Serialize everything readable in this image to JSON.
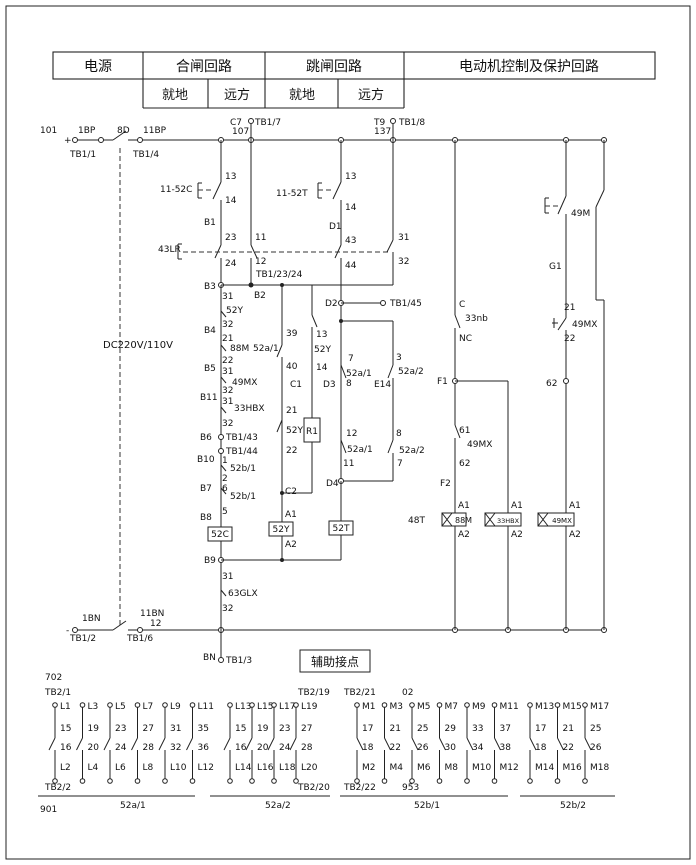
{
  "header": {
    "power": "电源",
    "close_circuit": "合闸回路",
    "trip_circuit": "跳闸回路",
    "motor_circuit": "电动机控制及保护回路",
    "close_local": "就地",
    "close_remote": "远方",
    "trip_local": "就地",
    "trip_remote": "远方"
  },
  "power": {
    "n101": "101",
    "n1bp": "1BP",
    "n8d": "8D",
    "n11bp": "11BP",
    "plus": "+",
    "tb11": "TB1/1",
    "tb14": "TB1/4",
    "n1bn": "1BN",
    "n11bn": "11BN",
    "n12": "12",
    "minus": "-",
    "tb12": "TB1/2",
    "tb16": "TB1/6",
    "voltage": "DC220V/110V",
    "bn": "BN",
    "tb13": "TB1/3"
  },
  "closing": {
    "c7": "C7",
    "n107": "107",
    "tb17": "TB1/7",
    "n13": "13",
    "sw1152c": "11-52C",
    "n14": "14",
    "b1": "B1",
    "n23": "23",
    "n24": "24",
    "n11": "11",
    "n12": "12",
    "n43lr": "43LR",
    "tb12324": "TB1/23/24",
    "b3": "B3",
    "b2": "B2",
    "n31a": "31",
    "n52y": "52Y",
    "b4": "B4",
    "n32a": "32",
    "n21a": "21",
    "n88m": "88M",
    "b5": "B5",
    "n22a": "22",
    "n31b": "31",
    "n49mx": "49MX",
    "b11": "B11",
    "n32b": "32",
    "n31c": "31",
    "n33hbx": "33HBX",
    "n32c": "32",
    "b6": "B6",
    "tb143": "TB1/43",
    "b10": "B10",
    "tb144": "TB1/44",
    "n1": "1",
    "n52b1a": "52b/1",
    "b7": "B7",
    "n2": "2",
    "n6": "6",
    "n52b1b": "52b/1",
    "b8": "B8",
    "n5": "5",
    "coil52c": "52C",
    "b9": "B9",
    "n31d": "31",
    "n63glx": "63GLX",
    "n32d": "32",
    "n39": "39",
    "n52a1": "52a/1",
    "n40": "40",
    "c1": "C1",
    "n21b": "21",
    "n52yb": "52Y",
    "n22b": "22",
    "c2": "C2",
    "a1": "A1",
    "coil52y": "52Y",
    "a2": "A2",
    "r1": "R1",
    "n13b": "13",
    "n52yc": "52Y",
    "n14b": "14",
    "d3": "D3"
  },
  "tripping": {
    "t9": "T9",
    "n137": "137",
    "tb18": "TB1/8",
    "n13": "13",
    "sw1152t": "11-52T",
    "n14": "14",
    "d1": "D1",
    "n43": "43",
    "n44": "44",
    "n31": "31",
    "n32": "32",
    "d2": "D2",
    "tb145": "TB1/45",
    "n7a": "7",
    "n52a1a": "52a/1",
    "n8a": "8",
    "n3": "3",
    "n52a2a": "52a/2",
    "e14": "E14",
    "n12": "12",
    "n52a1b": "52a/1",
    "n11": "11",
    "n8b": "8",
    "n52a2b": "52a/2",
    "n7b": "7",
    "d4": "D4",
    "coil52t": "52T"
  },
  "motor": {
    "c": "C",
    "n33nb": "33nb",
    "nc": "NC",
    "f1": "F1",
    "n61": "61",
    "n49mx": "49MX",
    "n62": "62",
    "f2": "F2",
    "n48t": "48T",
    "a1a": "A1",
    "coil88m": "88M",
    "a2a": "A2",
    "a1b": "A1",
    "coil33hbx": "33HBX",
    "a2b": "A2",
    "n49m": "49M",
    "g1": "G1",
    "n21": "21",
    "n49mxb": "49MX",
    "n22": "22",
    "n62b": "62",
    "a1c": "A1",
    "coil49mx": "49MX",
    "a2c": "A2"
  },
  "aux": {
    "title": "辅助接点",
    "n702": "702",
    "n901": "901",
    "n02": "02",
    "n953": "953",
    "tb21": "TB2/1",
    "tb22": "TB2/2",
    "tb219": "TB2/19",
    "tb220": "TB2/20",
    "tb221": "TB2/21",
    "tb222": "TB2/22",
    "group1": "52a/1",
    "group2": "52a/2",
    "group3": "52b/1",
    "group4": "52b/2",
    "g1top": [
      "L1",
      "L3",
      "L5",
      "L7",
      "L9",
      "L11"
    ],
    "g1a": [
      "15",
      "19",
      "23",
      "27",
      "31",
      "35"
    ],
    "g1b": [
      "16",
      "20",
      "24",
      "28",
      "32",
      "36"
    ],
    "g1bot": [
      "L2",
      "L4",
      "L6",
      "L8",
      "L10",
      "L12"
    ],
    "g2top": [
      "L13",
      "L15",
      "L17",
      "L19"
    ],
    "g2a": [
      "15",
      "19",
      "23",
      "27"
    ],
    "g2b": [
      "16",
      "20",
      "24",
      "28"
    ],
    "g2bot": [
      "L14",
      "L16",
      "L18",
      "L20"
    ],
    "g3top": [
      "M1",
      "M3",
      "M5",
      "M7",
      "M9",
      "M11"
    ],
    "g3a": [
      "17",
      "21",
      "25",
      "29",
      "33",
      "37"
    ],
    "g3b": [
      "18",
      "22",
      "26",
      "30",
      "34",
      "38"
    ],
    "g3bot": [
      "M2",
      "M4",
      "M6",
      "M8",
      "M10",
      "M12"
    ],
    "g4top": [
      "M13",
      "M15",
      "M17"
    ],
    "g4a": [
      "17",
      "21",
      "25"
    ],
    "g4b": [
      "18",
      "22",
      "26"
    ],
    "g4bot": [
      "M14",
      "M16",
      "M18"
    ]
  }
}
